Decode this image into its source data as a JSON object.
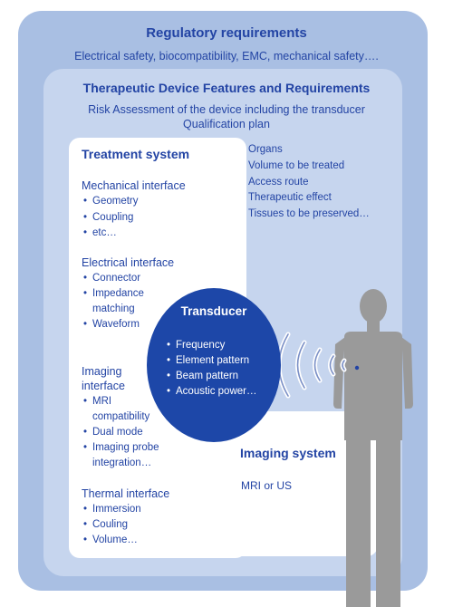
{
  "regulatory": {
    "title": "Regulatory requirements",
    "line": "Electrical safety, biocompatibility, EMC, mechanical safety…."
  },
  "therapeutic": {
    "title": "Therapeutic Device Features and Requirements",
    "risk_line1": "Risk Assessment of the device including the transducer",
    "risk_line2": "Qualification plan",
    "targets": [
      "Organs",
      "Volume to be treated",
      "Access route",
      "Therapeutic effect",
      "Tissues to be preserved…"
    ]
  },
  "treatment_system": {
    "title": "Treatment system",
    "mechanical": {
      "title": "Mechanical interface",
      "items": [
        "Geometry",
        "Coupling",
        "etc…"
      ]
    },
    "electrical": {
      "title": "Electrical interface",
      "items": [
        "Connector",
        "Impedance",
        "matching",
        "Waveform"
      ]
    },
    "imaging": {
      "title_line1": "Imaging",
      "title_line2": "interface",
      "items": [
        "MRI",
        "compatibility",
        "Dual mode",
        "Imaging probe",
        "integration…"
      ]
    },
    "thermal": {
      "title": "Thermal interface",
      "items": [
        "Immersion",
        "Couling",
        "Volume…"
      ]
    }
  },
  "transducer": {
    "title": "Transducer",
    "items": [
      "Frequency",
      "Element pattern",
      "Beam pattern",
      "Acoustic power…"
    ]
  },
  "imaging_system": {
    "title": "Imaging system",
    "text": "MRI or US"
  },
  "colors": {
    "outer": "#a9bfe3",
    "middle": "#c6d5ee",
    "text_blue": "#2344a4",
    "circle": "#1d47a8",
    "person": "#9a9a9a"
  }
}
